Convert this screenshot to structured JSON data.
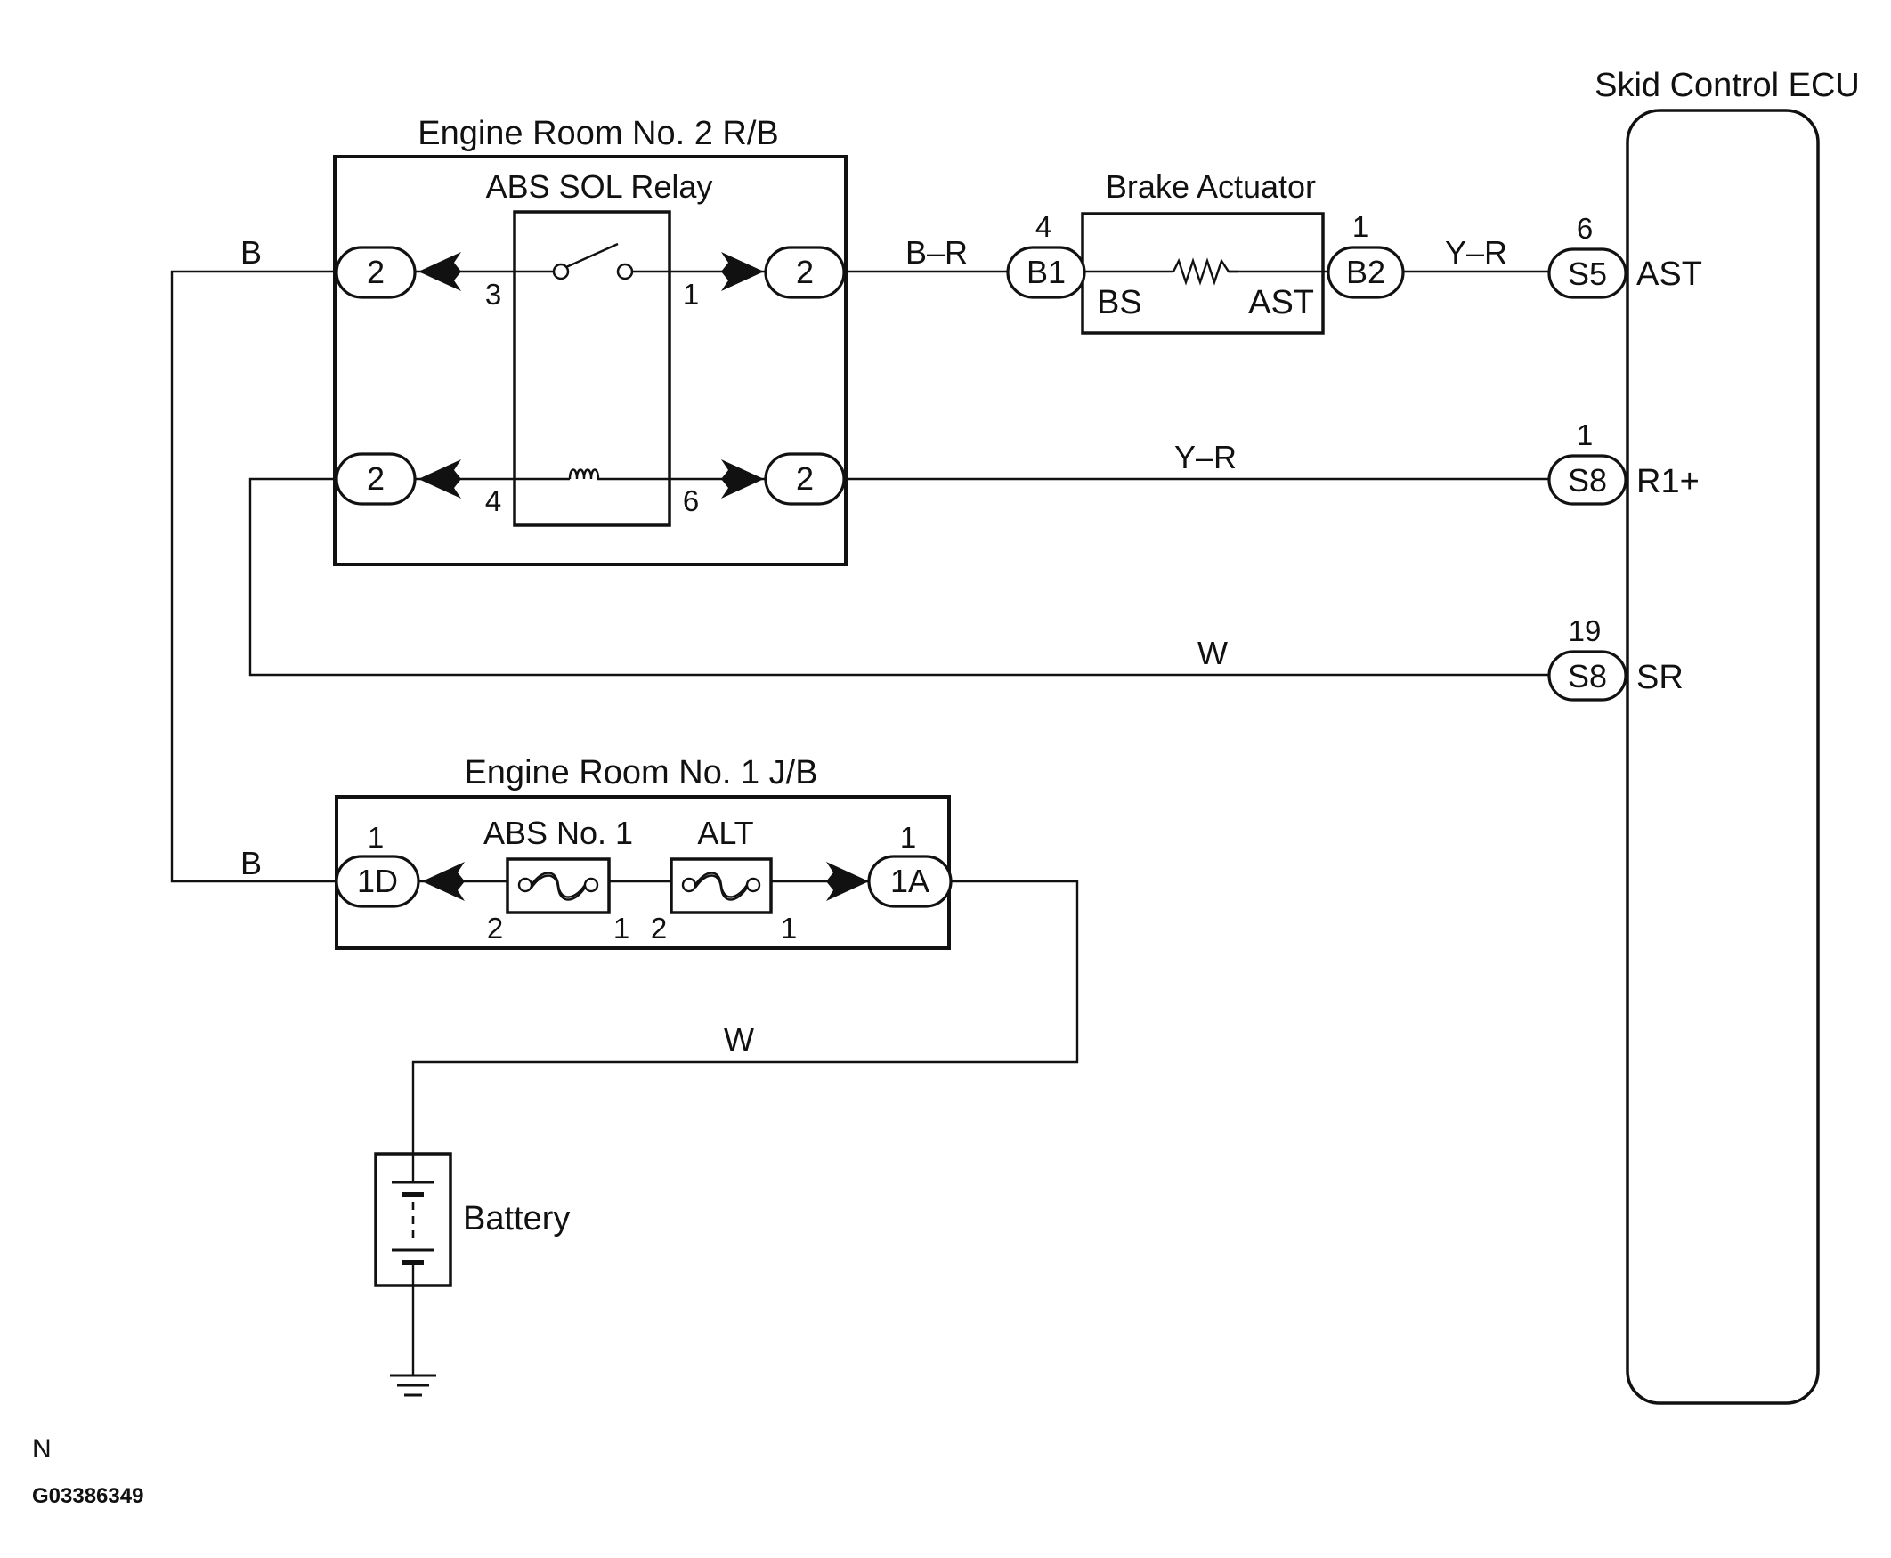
{
  "components": {
    "skid_control_ecu": "Skid Control ECU",
    "engine_room_no2_rb": "Engine Room No. 2 R/B",
    "abs_sol_relay": "ABS SOL Relay",
    "brake_actuator": "Brake Actuator",
    "engine_room_no1_jb": "Engine Room No. 1 J/B",
    "fuse_abs_no1": "ABS No. 1",
    "fuse_alt": "ALT",
    "battery": "Battery"
  },
  "wire_colors": {
    "b_upper": "B",
    "b_r": "B–R",
    "y_r_upper": "Y–R",
    "y_r_lower": "Y–R",
    "w_sr": "W",
    "b_lower": "B",
    "w_battery": "W"
  },
  "connectors": {
    "rb_2_top_left": "2",
    "rb_2_top_right": "2",
    "rb_2_bottom_left": "2",
    "rb_2_bottom_right": "2",
    "b1": "B1",
    "b2": "B2",
    "s5": "S5",
    "s8_r1": "S8",
    "s8_sr": "S8",
    "jb_1d": "1D",
    "jb_1a": "1A"
  },
  "pins": {
    "relay_3": "3",
    "relay_1": "1",
    "relay_4": "4",
    "relay_6": "6",
    "b1_pin": "4",
    "b2_pin": "1",
    "s5_pin": "6",
    "s8_r1_pin": "1",
    "s8_sr_pin": "19",
    "jb_1d_pin": "1",
    "jb_1a_pin": "1",
    "abs_fuse_left": "2",
    "abs_fuse_right": "1",
    "alt_fuse_left": "2",
    "alt_fuse_right": "1"
  },
  "terminals": {
    "actuator_bs": "BS",
    "actuator_ast": "AST",
    "ecu_ast": "AST",
    "ecu_r1": "R1+",
    "ecu_sr": "SR"
  },
  "footer": {
    "code_letter": "N",
    "figure_id": "G03386349"
  }
}
